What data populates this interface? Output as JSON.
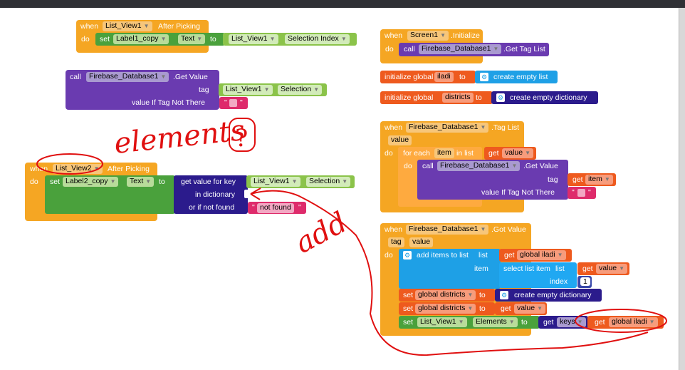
{
  "b1": {
    "when": "when",
    "comp": "List_View1",
    "event": "After Picking",
    "do": "do",
    "set": "set",
    "label": "Label1_copy",
    "prop": "Text",
    "to": "to",
    "comp2": "List_View1",
    "prop2": "Selection Index"
  },
  "b2": {
    "call": "call",
    "comp": "Firebase_Database1",
    "method": ".Get Value",
    "tag": "tag",
    "tag_comp": "List_View1",
    "tag_prop": "Selection",
    "vitnt": "value If Tag Not There",
    "q1": "\"",
    "q2": "\""
  },
  "b3": {
    "when": "when",
    "comp": "List_View2",
    "event": "After Picking",
    "do": "do",
    "set": "set",
    "label": "Label2_copy",
    "prop": "Text",
    "to": "to",
    "gvfk": "get value for key",
    "key_comp": "List_View1",
    "key_prop": "Selection",
    "dict": "in dictionary",
    "notfound": "or if not found",
    "nf_text": "not found",
    "q1": "\"",
    "q2": "\""
  },
  "b4": {
    "when": "when",
    "comp": "Screen1",
    "event": ".Initialize",
    "do": "do",
    "call": "call",
    "comp2": "Firebase_Database1",
    "method": ".Get Tag List"
  },
  "b5": {
    "init": "initialize global",
    "var": "iladi",
    "to": "to",
    "create": "create empty list"
  },
  "b6": {
    "init": "initialize global",
    "var": "districts",
    "to": "to",
    "create": "create empty dictionary"
  },
  "b7": {
    "when": "when",
    "comp": "Firebase_Database1",
    "event": ".Tag List",
    "param": "value",
    "do": "do",
    "foreach": "for each",
    "item": "item",
    "inlist": "in list",
    "get": "get",
    "getv": "value",
    "do2": "do",
    "call": "call",
    "comp2": "Firebase_Database1",
    "method": ".Get Value",
    "tag": "tag",
    "get2": "get",
    "item2": "item",
    "vitnt": "value If Tag Not There",
    "q1": "\"",
    "q2": "\""
  },
  "b8": {
    "when": "when",
    "comp": "Firebase_Database1",
    "event": ".Got Value",
    "p1": "tag",
    "p2": "value",
    "do": "do",
    "additems": "add items to list",
    "list": "list",
    "get": "get",
    "gl_iladi": "global iladi",
    "item": "item",
    "sli": "select list item",
    "list2": "list",
    "get2": "get",
    "val": "value",
    "index": "index",
    "idx_val": "1",
    "set1": "set",
    "gd": "global districts",
    "to1": "to",
    "ced": "create empty dictionary",
    "set2": "set",
    "gd2": "global districts",
    "to2": "to",
    "get3": "get",
    "val3": "value",
    "set3": "set",
    "comp3": "List_View1",
    "prop3": "Elements",
    "to3": "to",
    "get4": "get",
    "keys": "keys",
    "get5": "get",
    "gl_iladi2": "global iladi"
  },
  "annot": {
    "elements": "elements",
    "question": "?",
    "add": "add"
  },
  "colors": {
    "event": "#f5a623",
    "setter": "#4aa13c",
    "comp": "#8bc34a",
    "proc": "#6a3bb0",
    "var": "#ee5a1e",
    "list": "#1ea0e6",
    "dict": "#2b1b8c",
    "text": "#de2b6b",
    "annot": "#e01010"
  }
}
